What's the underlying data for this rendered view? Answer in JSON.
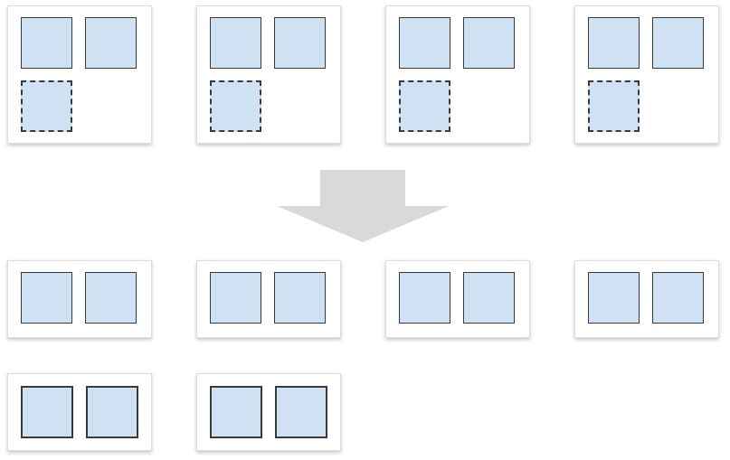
{
  "colors": {
    "card_bg": "#ffffff",
    "cell_fill": "#cfe2f3",
    "cell_border": "#3a3a3a",
    "arrow_fill": "#d9d9d9"
  },
  "diagram": {
    "top_row": {
      "cards": [
        {
          "cells": [
            "solid",
            "solid",
            "dashed"
          ]
        },
        {
          "cells": [
            "solid",
            "solid",
            "dashed"
          ]
        },
        {
          "cells": [
            "solid",
            "solid",
            "dashed"
          ]
        },
        {
          "cells": [
            "solid",
            "solid",
            "dashed"
          ]
        }
      ]
    },
    "arrow": {
      "direction": "down"
    },
    "bottom_row_1": {
      "cards": [
        {
          "cells": [
            "solid",
            "solid"
          ]
        },
        {
          "cells": [
            "solid",
            "solid"
          ]
        },
        {
          "cells": [
            "solid",
            "solid"
          ]
        },
        {
          "cells": [
            "solid",
            "solid"
          ]
        }
      ]
    },
    "bottom_row_2": {
      "cards": [
        {
          "cells": [
            "bold",
            "bold"
          ]
        },
        {
          "cells": [
            "bold",
            "bold"
          ]
        }
      ]
    }
  }
}
